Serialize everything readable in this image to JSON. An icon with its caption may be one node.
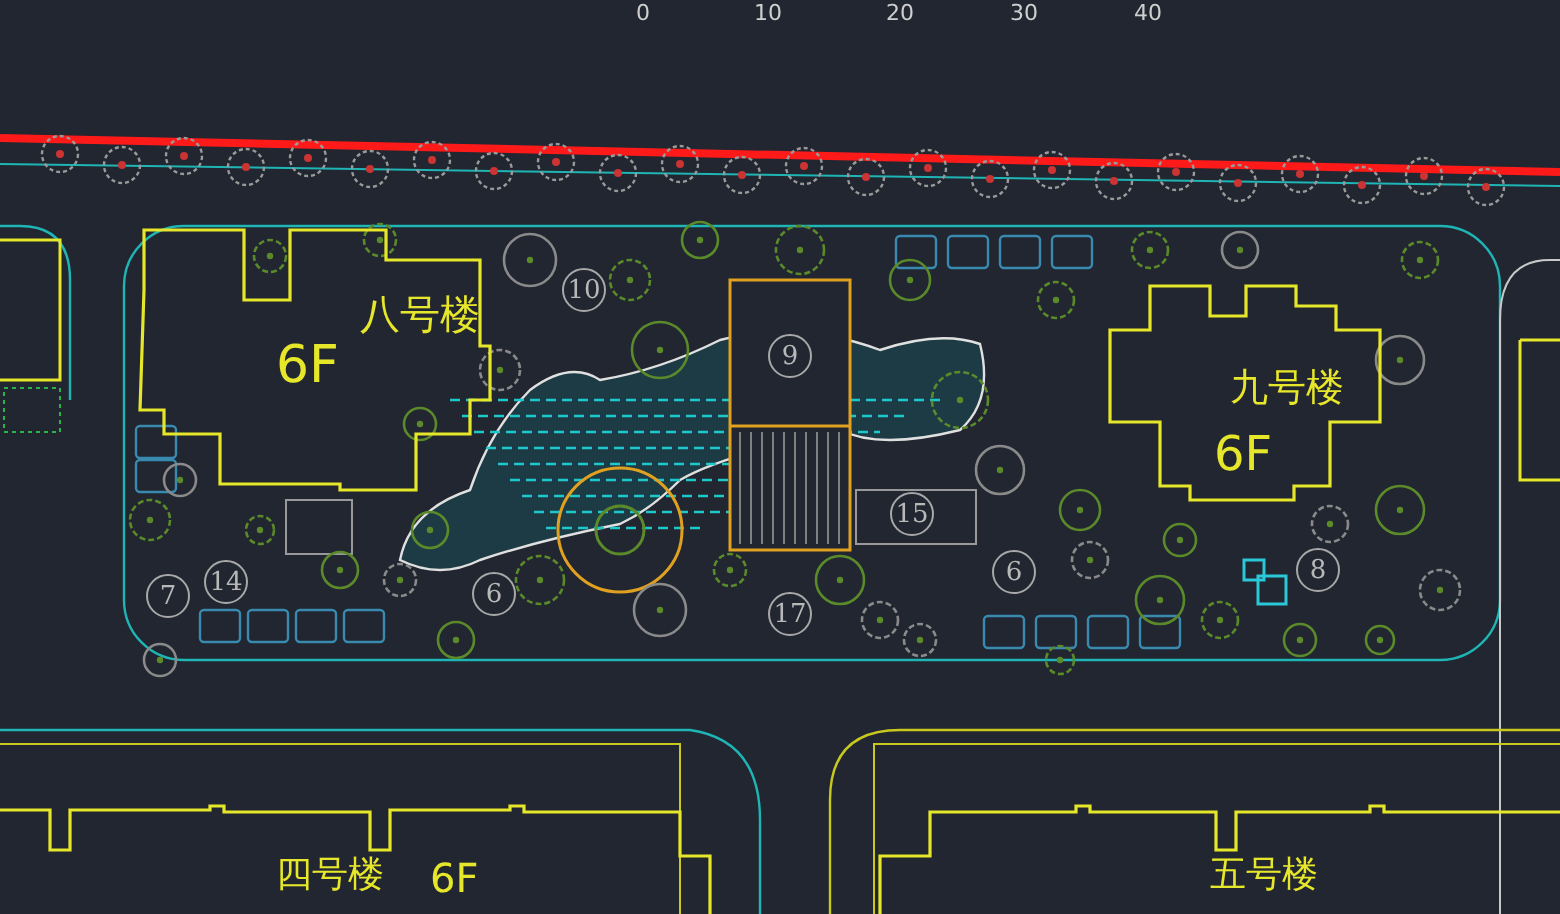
{
  "diagram": {
    "nodes": [
      {
        "text": [
          "八号楼",
          "6F"
        ]
      },
      {
        "text": [
          "九号楼",
          "6F"
        ]
      },
      {
        "text": [
          "四号楼",
          "6F"
        ]
      },
      {
        "text": [
          "五号楼"
        ]
      },
      {
        "text": [
          "10"
        ]
      },
      {
        "text": [
          "9"
        ]
      },
      {
        "text": [
          "7"
        ]
      },
      {
        "text": [
          "14"
        ]
      },
      {
        "text": [
          "6"
        ]
      },
      {
        "text": [
          "17"
        ]
      },
      {
        "text": [
          "15"
        ]
      },
      {
        "text": [
          "6"
        ]
      },
      {
        "text": [
          "8"
        ]
      }
    ],
    "labels": [
      "0",
      "10",
      "20",
      "30",
      "40"
    ]
  }
}
